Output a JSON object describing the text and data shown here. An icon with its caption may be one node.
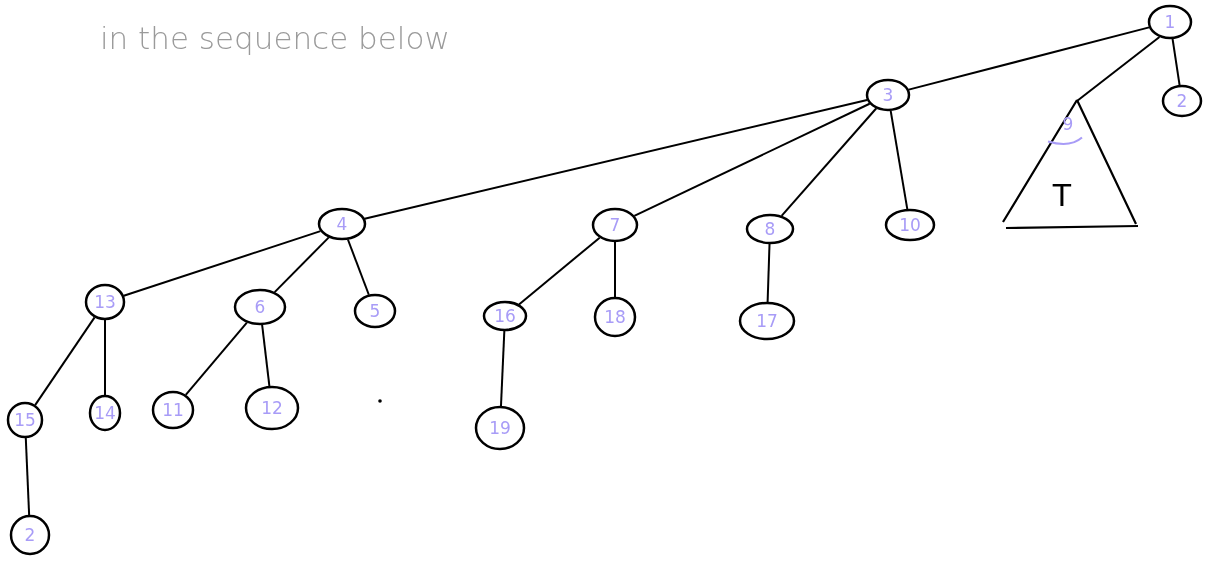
{
  "diagram": {
    "nodes": [
      {
        "text": [
          "1"
        ]
      },
      {
        "text": [
          "2"
        ]
      },
      {
        "text": [
          "3"
        ]
      },
      {
        "text": [
          "9",
          "T"
        ]
      },
      {
        "text": [
          "4"
        ]
      },
      {
        "text": [
          "7"
        ]
      },
      {
        "text": [
          "8"
        ]
      },
      {
        "text": [
          "10"
        ]
      },
      {
        "text": [
          "13"
        ]
      },
      {
        "text": [
          "6"
        ]
      },
      {
        "text": [
          "5"
        ]
      },
      {
        "text": [
          "16"
        ]
      },
      {
        "text": [
          "18"
        ]
      },
      {
        "text": [
          "17"
        ]
      },
      {
        "text": [
          "15"
        ]
      },
      {
        "text": [
          "14"
        ]
      },
      {
        "text": [
          "11"
        ]
      },
      {
        "text": [
          "12"
        ]
      },
      {
        "text": [
          "19"
        ]
      },
      {
        "text": [
          "2"
        ]
      }
    ],
    "edges": [
      {
        "from": 0,
        "to": 2,
        "arrow": "none"
      },
      {
        "from": 0,
        "to": 3,
        "arrow": "none"
      },
      {
        "from": 0,
        "to": 1,
        "arrow": "none"
      },
      {
        "from": 2,
        "to": 4,
        "arrow": "none"
      },
      {
        "from": 2,
        "to": 5,
        "arrow": "none"
      },
      {
        "from": 2,
        "to": 6,
        "arrow": "none"
      },
      {
        "from": 2,
        "to": 7,
        "arrow": "none"
      },
      {
        "from": 4,
        "to": 8,
        "arrow": "none"
      },
      {
        "from": 4,
        "to": 9,
        "arrow": "none"
      },
      {
        "from": 4,
        "to": 10,
        "arrow": "none"
      },
      {
        "from": 5,
        "to": 11,
        "arrow": "none"
      },
      {
        "from": 5,
        "to": 12,
        "arrow": "none"
      },
      {
        "from": 6,
        "to": 13,
        "arrow": "none"
      },
      {
        "from": 8,
        "to": 14,
        "arrow": "none"
      },
      {
        "from": 8,
        "to": 15,
        "arrow": "none"
      },
      {
        "from": 9,
        "to": 16,
        "arrow": "none"
      },
      {
        "from": 9,
        "to": 17,
        "arrow": "none"
      },
      {
        "from": 11,
        "to": 18,
        "arrow": "none"
      },
      {
        "from": 14,
        "to": 19,
        "arrow": "none"
      }
    ],
    "labels": [
      "in the sequence below"
    ]
  }
}
